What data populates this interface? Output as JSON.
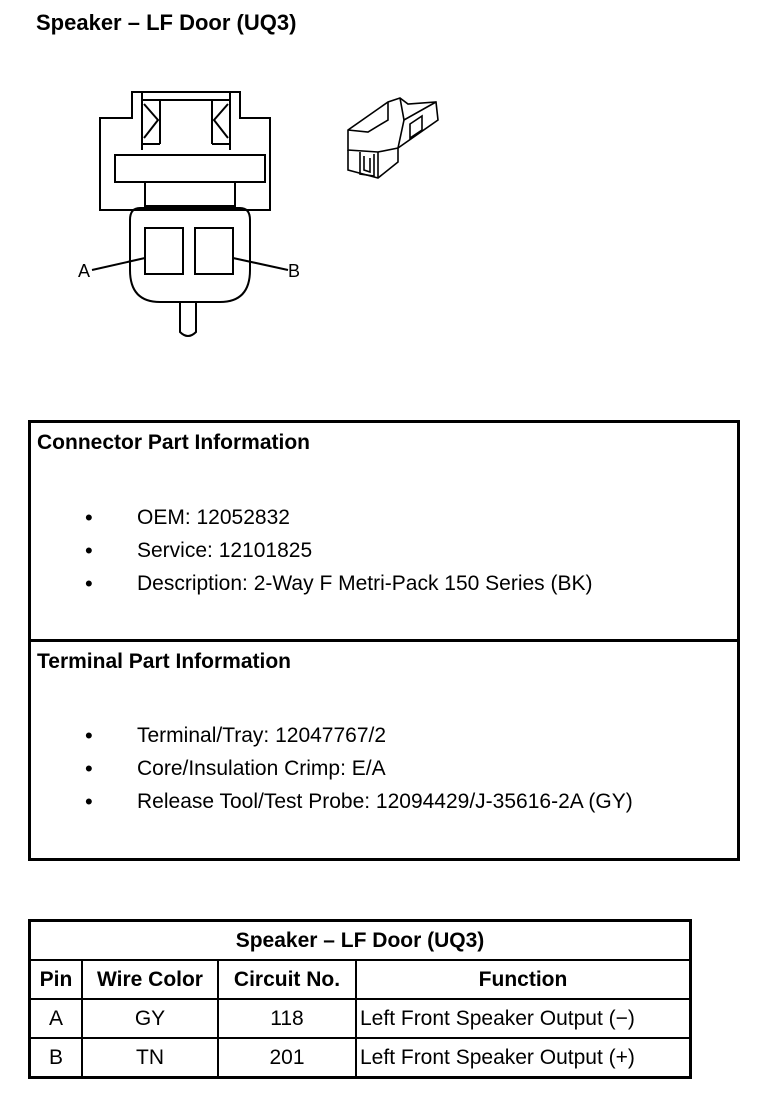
{
  "page": {
    "title": "Speaker – LF Door (UQ3)"
  },
  "diagram": {
    "pin_labels": [
      "A",
      "B"
    ]
  },
  "connector_part_information": {
    "heading": "Connector Part Information",
    "items": [
      "OEM: 12052832",
      "Service: 12101825",
      "Description: 2-Way F Metri-Pack 150 Series (BK)"
    ]
  },
  "terminal_part_information": {
    "heading": "Terminal Part Information",
    "items": [
      "Terminal/Tray: 12047767/2",
      "Core/Insulation Crimp: E/A",
      "Release Tool/Test Probe: 12094429/J-35616-2A (GY)"
    ]
  },
  "pin_table": {
    "title": "Speaker – LF Door (UQ3)",
    "headers": [
      "Pin",
      "Wire Color",
      "Circuit No.",
      "Function"
    ],
    "rows": [
      [
        "A",
        "GY",
        "118",
        "Left Front Speaker Output (−)"
      ],
      [
        "B",
        "TN",
        "201",
        "Left Front Speaker Output (+)"
      ]
    ]
  },
  "bullet_glyph": "•"
}
